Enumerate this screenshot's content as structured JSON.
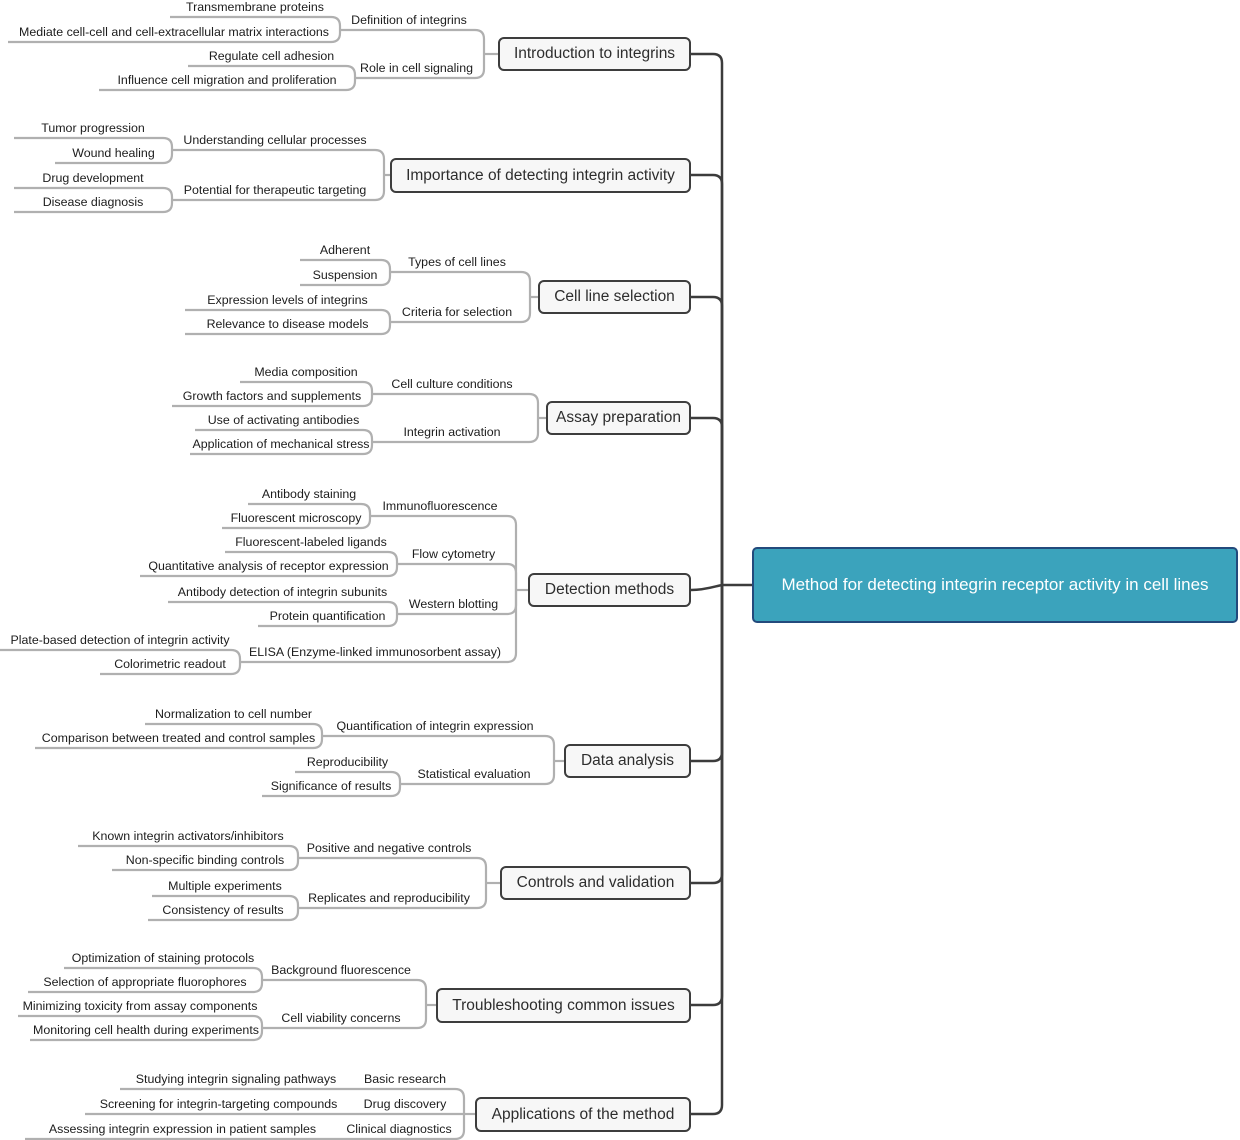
{
  "root": {
    "label": "Method for detecting integrin receptor activity in cell lines"
  },
  "colors": {
    "root_fill": "#3ba3bc",
    "root_border": "#234a7c",
    "topic_fill": "#f7f7f7",
    "topic_border": "#3d3d3d",
    "branch_line": "#b0b0b0",
    "spine_line": "#3c3c3c"
  },
  "topics": [
    {
      "label": "Introduction to integrins",
      "children": [
        {
          "label": "Definition of integrins",
          "children": [
            {
              "label": "Transmembrane proteins"
            },
            {
              "label": "Mediate cell-cell and cell-extracellular matrix interactions"
            }
          ]
        },
        {
          "label": "Role in cell signaling",
          "children": [
            {
              "label": "Regulate cell adhesion"
            },
            {
              "label": "Influence cell migration and proliferation"
            }
          ]
        }
      ]
    },
    {
      "label": "Importance of detecting integrin activity",
      "children": [
        {
          "label": "Understanding cellular processes",
          "children": [
            {
              "label": "Tumor progression"
            },
            {
              "label": "Wound healing"
            }
          ]
        },
        {
          "label": "Potential for therapeutic targeting",
          "children": [
            {
              "label": "Drug development"
            },
            {
              "label": "Disease diagnosis"
            }
          ]
        }
      ]
    },
    {
      "label": "Cell line selection",
      "children": [
        {
          "label": "Types of cell lines",
          "children": [
            {
              "label": "Adherent"
            },
            {
              "label": "Suspension"
            }
          ]
        },
        {
          "label": "Criteria for selection",
          "children": [
            {
              "label": "Expression levels of integrins"
            },
            {
              "label": "Relevance to disease models"
            }
          ]
        }
      ]
    },
    {
      "label": "Assay preparation",
      "children": [
        {
          "label": "Cell culture conditions",
          "children": [
            {
              "label": "Media composition"
            },
            {
              "label": "Growth factors and supplements"
            }
          ]
        },
        {
          "label": "Integrin activation",
          "children": [
            {
              "label": "Use of activating antibodies"
            },
            {
              "label": "Application of mechanical stress"
            }
          ]
        }
      ]
    },
    {
      "label": "Detection methods",
      "children": [
        {
          "label": "Immunofluorescence",
          "children": [
            {
              "label": "Antibody staining"
            },
            {
              "label": "Fluorescent microscopy"
            }
          ]
        },
        {
          "label": "Flow cytometry",
          "children": [
            {
              "label": "Fluorescent-labeled ligands"
            },
            {
              "label": "Quantitative analysis of receptor expression"
            }
          ]
        },
        {
          "label": "Western blotting",
          "children": [
            {
              "label": "Antibody detection of integrin subunits"
            },
            {
              "label": "Protein quantification"
            }
          ]
        },
        {
          "label": "ELISA (Enzyme-linked immunosorbent assay)",
          "children": [
            {
              "label": "Plate-based detection of integrin activity"
            },
            {
              "label": "Colorimetric readout"
            }
          ]
        }
      ]
    },
    {
      "label": "Data analysis",
      "children": [
        {
          "label": "Quantification of integrin expression",
          "children": [
            {
              "label": "Normalization to cell number"
            },
            {
              "label": "Comparison between treated and control samples"
            }
          ]
        },
        {
          "label": "Statistical evaluation",
          "children": [
            {
              "label": "Reproducibility"
            },
            {
              "label": "Significance of results"
            }
          ]
        }
      ]
    },
    {
      "label": "Controls and validation",
      "children": [
        {
          "label": "Positive and negative controls",
          "children": [
            {
              "label": "Known integrin activators/inhibitors"
            },
            {
              "label": "Non-specific binding controls"
            }
          ]
        },
        {
          "label": "Replicates and reproducibility",
          "children": [
            {
              "label": "Multiple experiments"
            },
            {
              "label": "Consistency of results"
            }
          ]
        }
      ]
    },
    {
      "label": "Troubleshooting common issues",
      "children": [
        {
          "label": "Background fluorescence",
          "children": [
            {
              "label": "Optimization of staining protocols"
            },
            {
              "label": "Selection of appropriate fluorophores"
            }
          ]
        },
        {
          "label": "Cell viability concerns",
          "children": [
            {
              "label": "Minimizing toxicity from assay components"
            },
            {
              "label": "Monitoring cell health during experiments"
            }
          ]
        }
      ]
    },
    {
      "label": "Applications of the method",
      "children": [
        {
          "label": "Basic research",
          "children": [
            {
              "label": "Studying integrin signaling pathways"
            }
          ]
        },
        {
          "label": "Drug discovery",
          "children": [
            {
              "label": "Screening for integrin-targeting compounds"
            }
          ]
        },
        {
          "label": "Clinical diagnostics",
          "children": [
            {
              "label": "Assessing integrin expression in patient samples"
            }
          ]
        }
      ]
    }
  ]
}
